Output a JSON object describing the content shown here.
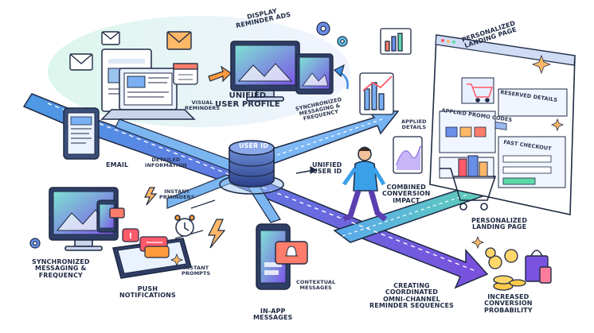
{
  "labels": {
    "display_reminder_ads": "DISPLAY\nREMINDER ADS",
    "personalized_landing_page_top": "PERSONALIZED\nLANDING PAGE",
    "unified_user_profile": "UNIFIED\nUSER PROFILE",
    "synchronized_messaging_top": "SYNCHRONIZED\nMESSAGING &\nFREQUENCY",
    "visual_reminders": "VISUAL\nREMINDERS",
    "email": "EMAIL",
    "detailed_information": "DETAILED\nINFORMATION",
    "user_id_db": "USER ID",
    "unified_user_id": "UNIFIED\nUSER ID",
    "applied_details": "APPLIED\nDETAILS",
    "combined_conversion_impact": "COMBINED\nCONVERSION\nIMPACT",
    "instant_reminders": "INSTANT\nPRMINDERS",
    "personalized_landing_page_bottom": "PERSONALIZED\nLANDING PAGE",
    "synchronized_messaging_bottom": "SYNCHRONIZED\nMESSAGING &\nFREQUENCY",
    "push_notifications": "PUSH\nNOTIFICATIONS",
    "instant_prompts": "INSTANT\nPROMPTS",
    "contextual_messages": "CONTEXTUAL\nMESSAGES",
    "in_app_messages": "IN-APP\nMESSAGES",
    "creating_coordinated": "CREATING\nCOORDINATED\nOMNI-CHANNEL\nREMINDER SEQUENCES",
    "increased_conversion": "INCREASED\nCONVERSION\nPROBABILITY",
    "reserved_details": "RESERVED DETAILS",
    "applied_promo_codes": "APPLIED PROMO CODES",
    "fast_checkout": "FAST CHECKOUT"
  },
  "colors": {
    "road": "#3f8fe0",
    "road_dark": "#2a6fc4",
    "road_green": "#4fcf9a",
    "arrow_purple": "#7a52e0",
    "outline": "#1f2a44",
    "device_blue": "#6aa8ff",
    "accent_orange": "#ff9a3c",
    "accent_red": "#ff5a6a",
    "person_blue": "#3aa0e8",
    "person_purple": "#5b3fb0"
  },
  "icons": [
    "envelope-icon",
    "calendar-icon",
    "gear-icon",
    "database-icon",
    "bar-chart-icon",
    "shopping-cart-icon",
    "coins-icon",
    "shopping-bag-icon",
    "alarm-clock-icon",
    "lightning-icon",
    "bell-icon",
    "sparkle-icon"
  ]
}
